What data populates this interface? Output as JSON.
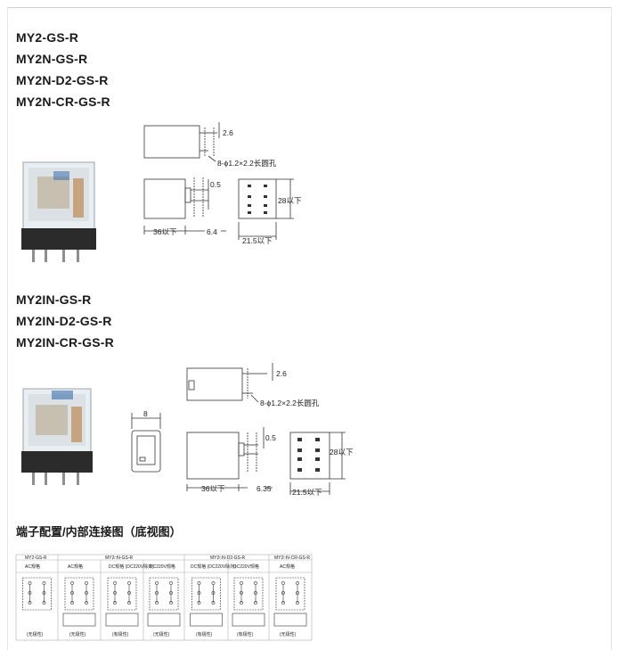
{
  "group1": {
    "models": [
      "MY2-GS-R",
      "MY2N-GS-R",
      "MY2N-D2-GS-R",
      "MY2N-CR-GS-R"
    ],
    "dims": {
      "pin": "2.6",
      "holes": "8-ϕ1.2×2.2长圆孔",
      "pin_offset": "0.5",
      "height": "28以下",
      "length": "36以下",
      "pitch": "6.4",
      "width": "21.5以下"
    }
  },
  "group2": {
    "models": [
      "MY2IN-GS-R",
      "MY2IN-D2-GS-R",
      "MY2IN-CR-GS-R"
    ],
    "dims": {
      "pin": "2.6",
      "holes": "8-ϕ1.2×2.2长圆孔",
      "button": "8",
      "pin_offset": "0.5",
      "height": "28以下",
      "length": "36以下",
      "pitch": "6.35",
      "width": "21.5以下"
    }
  },
  "wiring": {
    "heading": "端子配置/内部连接图（底视图）",
    "group_headers": [
      "MY2-GS-R",
      "MY2□N-GS-R",
      "MY2□N-D2-GS-R",
      "MY2□N-CR-GS-R"
    ],
    "col_headers": [
      "AC规格",
      "AC规格",
      "DC规格\n(DC220V除外)",
      "DC220V规格",
      "DC规格\n(DC220V除外)",
      "DC220V规格",
      "AC规格"
    ],
    "footnotes": [
      "(无极性)",
      "(无极性)",
      "(有极性)",
      "(无极性)",
      "(有极性)",
      "(有极性)",
      "(无极性)"
    ]
  },
  "colors": {
    "text": "#1a1a1a",
    "line": "#333333",
    "relay_base": "#2b2b2b",
    "relay_body": "#e9eef2",
    "table_border": "#b0b0b0"
  }
}
